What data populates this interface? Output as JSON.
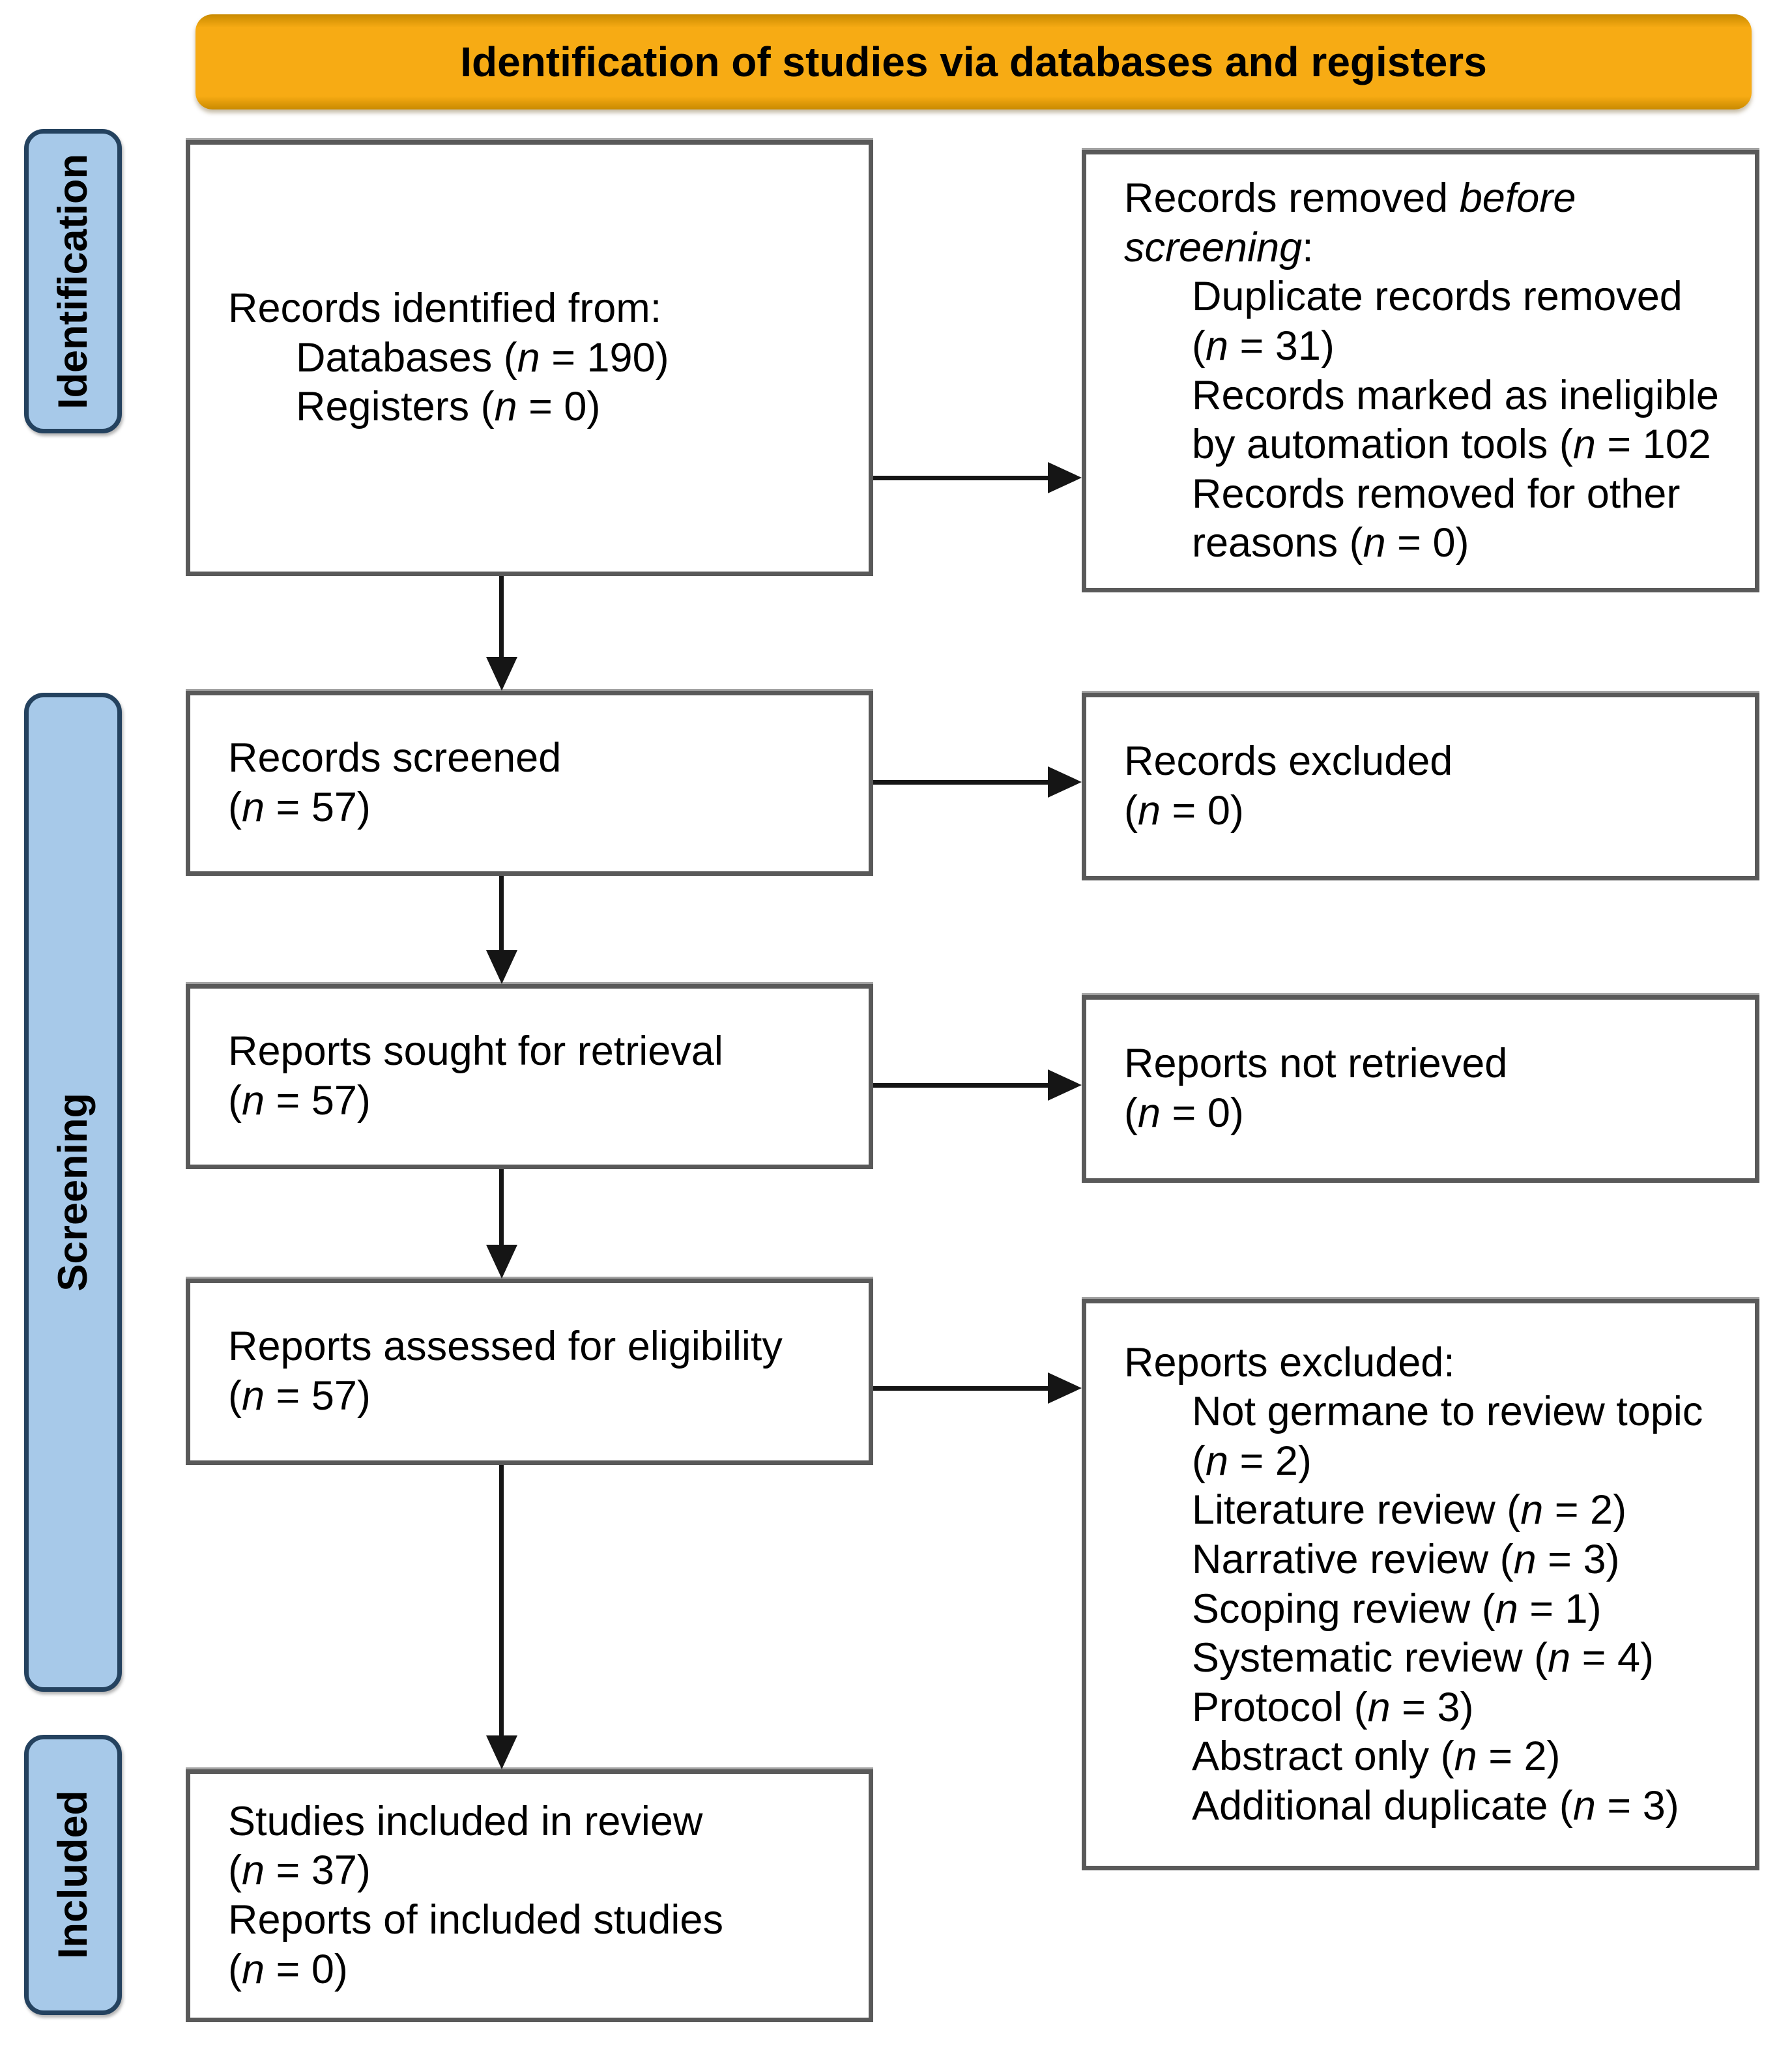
{
  "banner": {
    "title": "Identification of studies via databases and registers"
  },
  "stages": [
    {
      "label": "Identification"
    },
    {
      "label": "Screening"
    },
    {
      "label": "Included"
    }
  ],
  "flow": {
    "identified": {
      "lines": [
        "Records identified from:",
        "Databases (*n* = 190)",
        "Registers (*n* = 0)"
      ]
    },
    "removed": {
      "lines": [
        "Records removed *before screening*:",
        "Duplicate records removed (*n* = 31)",
        "Records marked as ineligible by automation tools (*n* = 102",
        "Records removed for other reasons (*n* = 0)"
      ]
    },
    "screened": {
      "lines": [
        "Records screened",
        "(*n* = 57)"
      ]
    },
    "records_excluded": {
      "lines": [
        "Records excluded",
        "(*n* = 0)"
      ]
    },
    "sought": {
      "lines": [
        "Reports sought for retrieval",
        "(*n* = 57)"
      ]
    },
    "not_retrieved": {
      "lines": [
        "Reports not retrieved",
        "(*n* = 0)"
      ]
    },
    "assessed": {
      "lines": [
        "Reports assessed for eligibility",
        "(*n* = 57)"
      ]
    },
    "reports_excluded": {
      "lines": [
        "Reports excluded:",
        "Not germane to review topic (*n* = 2)",
        "Literature review (*n* = 2)",
        "Narrative review (*n* = 3)",
        "Scoping review (*n* = 1)",
        "Systematic review (*n* = 4)",
        "Protocol (*n* = 3)",
        "Abstract only (*n* = 2)",
        "Additional duplicate (*n* = 3)"
      ]
    },
    "included_box": {
      "lines": [
        "Studies included in review",
        "(*n* = 37)",
        "Reports of included studies",
        "(*n* = 0)"
      ]
    }
  },
  "colors": {
    "banner_fill": "#F7AB14",
    "stage_fill": "#A7C9E9",
    "stage_border": "#24425F",
    "box_border": "#595959",
    "arrow": "#151515"
  }
}
